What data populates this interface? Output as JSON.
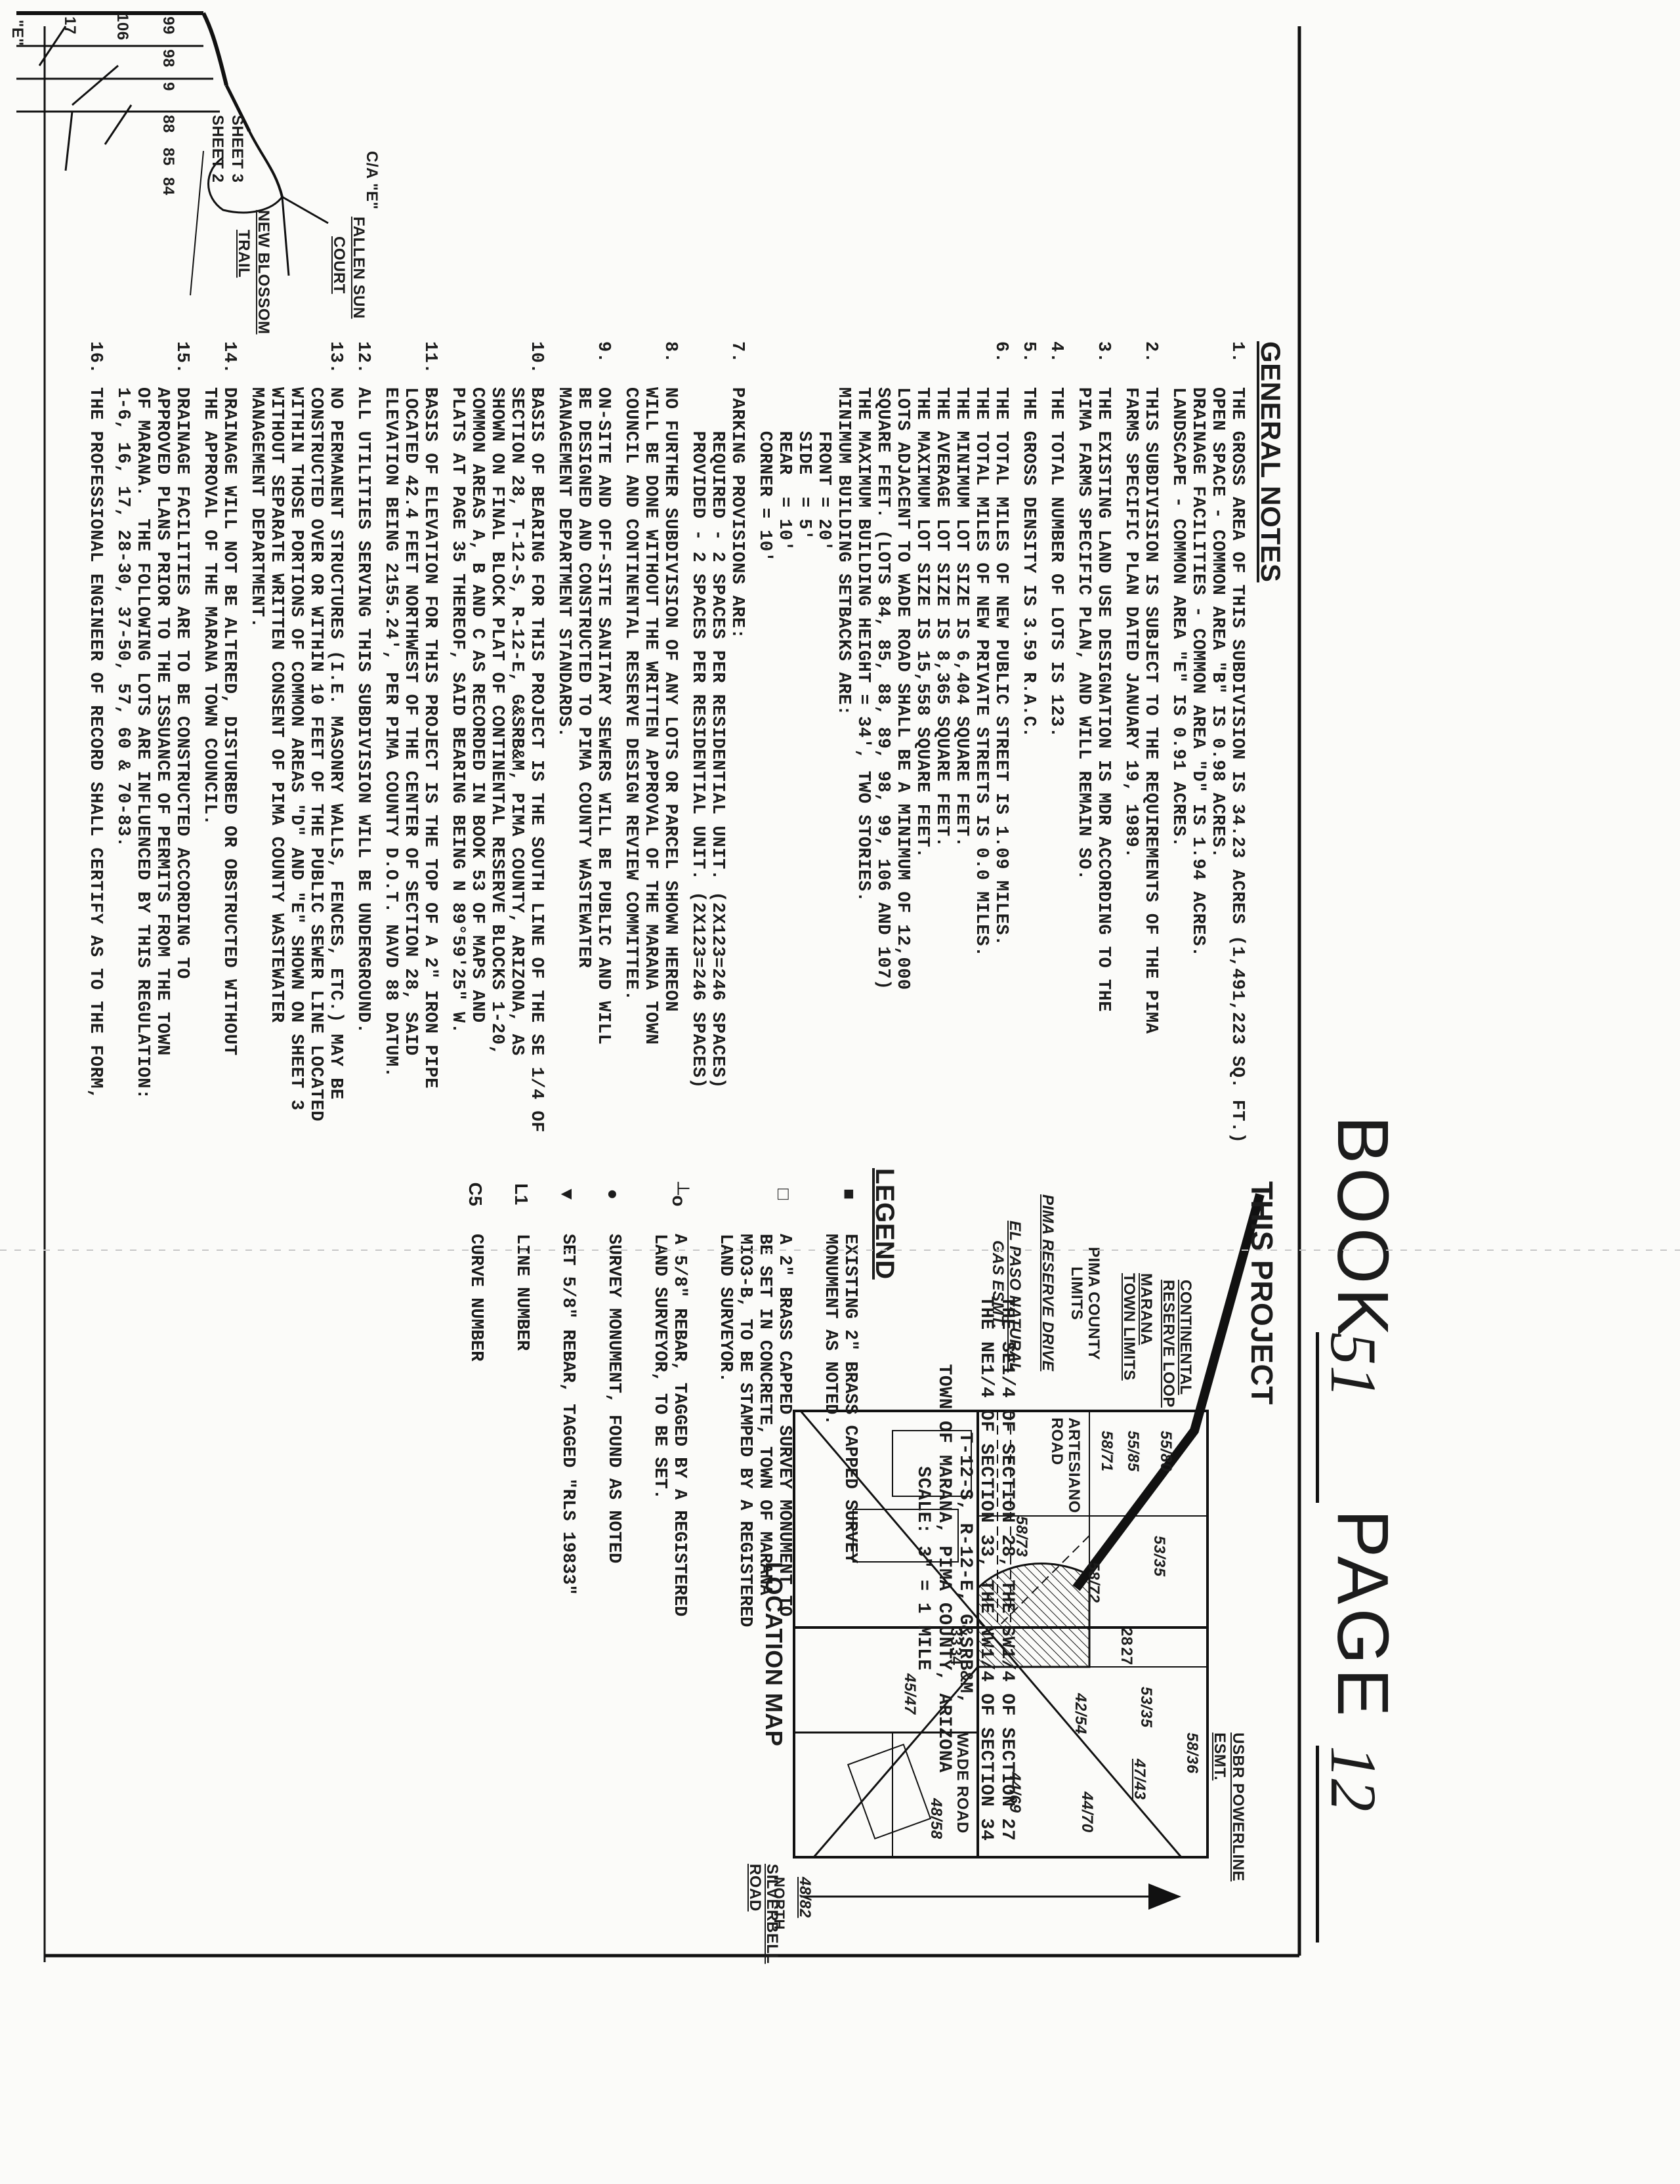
{
  "header": {
    "book_label": "BOOK",
    "book_number": "51",
    "page_label": "PAGE",
    "page_number": "12"
  },
  "general_notes": {
    "title": "GENERAL NOTES",
    "items": [
      {
        "num": "1.",
        "lines": [
          "THE GROSS AREA OF THIS SUBDIVISION IS 34.23 ACRES (1,491,223 SQ. FT.)",
          "OPEN SPACE - COMMON AREA \"B\" IS 0.98 ACRES.",
          "DRAINAGE FACILITIES - COMMON AREA \"D\" IS 1.94 ACRES.",
          "LANDSCAPE - COMMON AREA \"E\" IS 0.91 ACRES."
        ]
      },
      {
        "num": "2.",
        "lines": [
          "THIS SUBDIVISION IS SUBJECT TO THE REQUIREMENTS OF THE PIMA",
          "FARMS SPECIFIC PLAN DATED JANUARY 19, 1989."
        ]
      },
      {
        "num": "3.",
        "lines": [
          "THE EXISTING LAND USE DESIGNATION IS MDR ACCORDING TO THE",
          "PIMA FARMS SPECIFIC PLAN, AND WILL REMAIN SO."
        ]
      },
      {
        "num": "4.",
        "lines": [
          "THE TOTAL NUMBER OF LOTS IS 123."
        ]
      },
      {
        "num": "5.",
        "lines": [
          "THE GROSS DENSITY IS 3.59 R.A.C."
        ]
      },
      {
        "num": "6.",
        "lines": [
          "THE TOTAL MILES OF NEW PUBLIC STREET IS 1.09 MILES.",
          "THE TOTAL MILES OF NEW PRIVATE STREETS IS 0.0 MILES.",
          "THE MINIMUM LOT SIZE IS 6,404 SQUARE FEET.",
          "THE AVERAGE LOT SIZE IS 8,365 SQUARE FEET.",
          "THE MAXIMUM LOT SIZE IS 15,558 SQUARE FEET.",
          "LOTS ADJACENT TO WADE ROAD SHALL BE A MINIMUM OF 12,000",
          "SQUARE FEET. (LOTS 84, 85, 88, 89, 98, 99, 106 AND 107)",
          "THE MAXIMUM BUILDING HEIGHT = 34', TWO STORIES.",
          "MINIMUM BUILDING SETBACKS ARE:",
          "    FRONT = 20'",
          "    SIDE  = 5'",
          "    REAR  = 10'",
          "    CORNER = 10'"
        ]
      },
      {
        "num": "7.",
        "lines": [
          "PARKING PROVISIONS ARE:",
          "    REQUIRED - 2 SPACES PER RESIDENTIAL UNIT. (2X123=246 SPACES)",
          "    PROVIDED - 2 SPACES PER RESIDENTIAL UNIT. (2X123=246 SPACES)"
        ]
      },
      {
        "num": "8.",
        "lines": [
          "NO FURTHER SUBDIVISION OF ANY LOTS OR PARCEL SHOWN HEREON",
          "WILL BE DONE WITHOUT THE WRITTEN APPROVAL OF THE MARANA TOWN",
          "COUNCIL AND CONTINENTAL RESERVE DESIGN REVIEW COMMITTEE."
        ]
      },
      {
        "num": "9.",
        "lines": [
          "ON-SITE AND OFF-SITE SANITARY SEWERS WILL BE PUBLIC AND WILL",
          "BE DESIGNED AND CONSTRUCTED TO PIMA COUNTY WASTEWATER",
          "MANAGEMENT DEPARTMENT STANDARDS."
        ]
      },
      {
        "num": "10.",
        "lines": [
          "BASIS OF BEARING FOR THIS PROJECT IS THE SOUTH LINE OF THE SE 1/4 OF",
          "SECTION 28, T-12-S, R-12-E, G&SRB&M, PIMA COUNTY, ARIZONA, AS",
          "SHOWN ON FINAL BLOCK PLAT OF CONTINENTAL RESERVE BLOCKS 1-20,",
          "COMMON AREAS A, B AND C AS RECORDED IN BOOK 53 OF MAPS AND",
          "PLATS AT PAGE 35 THEREOF, SAID BEARING BEING N 89°59'25\" W."
        ]
      },
      {
        "num": "11.",
        "lines": [
          "BASIS OF ELEVATION FOR THIS PROJECT IS THE TOP OF A 2\" IRON PIPE",
          "LOCATED 42.4 FEET NORTHWEST OF THE CENTER OF SECTION 28, SAID",
          "ELEVATION BEING 2155.24', PER PIMA COUNTY D.O.T. NAVD 88 DATUM."
        ]
      },
      {
        "num": "12.",
        "lines": [
          "ALL UTILITIES SERVING THIS SUBDIVISION WILL BE UNDERGROUND."
        ]
      },
      {
        "num": "13.",
        "lines": [
          "NO PERMANENT STRUCTURES (I.E. MASONRY WALLS, FENCES, ETC.) MAY BE",
          "CONSTRUCTED OVER OR WITHIN 10 FEET OF THE PUBLIC SEWER LINE LOCATED",
          "WITHIN THOSE PORTIONS OF COMMON AREAS \"D\" AND \"E\" SHOWN ON SHEET 3",
          "WITHOUT SEPARATE WRITTEN CONSENT OF PIMA COUNTY WASTEWATER",
          "MANAGEMENT DEPARTMENT."
        ]
      },
      {
        "num": "14.",
        "lines": [
          "DRAINAGE WILL NOT BE ALTERED, DISTURBED OR OBSTRUCTED WITHOUT",
          "THE APPROVAL OF THE MARANA TOWN COUNCIL."
        ]
      },
      {
        "num": "15.",
        "lines": [
          "DRAINAGE FACILITIES ARE TO BE CONSTRUCTED ACCORDING TO",
          "APPROVED PLANS PRIOR TO THE ISSUANCE OF PERMITS FROM THE TOWN",
          "OF MARANA.  THE FOLLOWING LOTS ARE INFLUENCED BY THIS REGULATION:",
          "1-6, 16, 17, 28-30, 37-50, 57, 60 & 70-83."
        ]
      },
      {
        "num": "16.",
        "lines": [
          "THE PROFESSIONAL ENGINEER OF RECORD SHALL CERTIFY AS TO THE FORM,"
        ]
      }
    ]
  },
  "location_map": {
    "title": "LOCATION MAP",
    "this_project": "THIS PROJECT",
    "north": "NORTH",
    "description_lines": [
      "THE SE1/4 OF SECTION 28, THE SW1/4 OF SECTION 27",
      "THE NE1/4 OF SECTION 33, THE NW1/4 OF SECTION 34",
      "T-12-S, R-12-E, G&SRB&M,",
      "TOWN OF MARANA, PIMA COUNTY, ARIZONA",
      "SCALE: 3\" = 1 MILE"
    ],
    "labels": {
      "usbr": "USBR POWERLINE",
      "esmt": "ESMT.",
      "continental": "CONTINENTAL",
      "reserve_loop": "RESERVE LOOP",
      "marana": "MARANA",
      "town_limits": "TOWN LIMITS",
      "pima_county": "PIMA COUNTY",
      "limits": "LIMITS",
      "pima_reserve_drive": "PIMA RESERVE DRIVE",
      "el_paso": "EL PASO NATURAL",
      "gas_esmt": "GAS ESMT.",
      "artesiano": "ARTESIANO",
      "road": "ROAD",
      "wade_road": "WADE ROAD",
      "silverbell": "SILVERBELL",
      "silverbell_road": "ROAD",
      "p55_80": "55/80",
      "p55_85": "55/85",
      "p58_71": "58/71",
      "p58_72": "58/72",
      "p53_35a": "53/35",
      "p53_35b": "53/35",
      "p58_73": "58/73",
      "p58_36": "58/36",
      "p47_43": "47/43",
      "p44_70": "44/70",
      "p44_69": "44/69",
      "p42_54": "42/54",
      "p45_47": "45/47",
      "p48_58": "48/58",
      "p48_82": "48/82",
      "s28": "28",
      "s27": "27",
      "s33": "33",
      "s34": "34"
    }
  },
  "legend": {
    "title": "LEGEND",
    "items": [
      {
        "symbol": "■",
        "icon": "filled-square-icon",
        "lines": [
          "EXISTING 2\" BRASS CAPPED SURVEY",
          "MONUMENT AS NOTED."
        ]
      },
      {
        "symbol": "□",
        "icon": "hollow-square-icon",
        "lines": [
          "A 2\" BRASS CAPPED SURVEY MONUMENT TO",
          "BE SET IN CONCRETE, TOWN OF MARANA",
          "MIO3-B, TO BE STAMPED BY A REGISTERED",
          "LAND SURVEYOR."
        ]
      },
      {
        "symbol": "┴o",
        "icon": "rebar-tag-icon",
        "lines": [
          "A 5/8\" REBAR, TAGGED BY A REGISTERED",
          "LAND SURVEYOR, TO BE SET."
        ]
      },
      {
        "symbol": "●",
        "icon": "filled-circle-icon",
        "lines": [
          "SURVEY MONUMENT, FOUND AS NOTED"
        ]
      },
      {
        "symbol": "▼",
        "icon": "triangle-icon",
        "lines": [
          "SET 5/8\" REBAR, TAGGED \"RLS 19833\""
        ]
      },
      {
        "symbol": "L1",
        "icon": "line-number-icon",
        "lines": [
          "LINE NUMBER"
        ]
      },
      {
        "symbol": "C5",
        "icon": "curve-number-icon",
        "lines": [
          "CURVE NUMBER"
        ]
      }
    ]
  },
  "plat_fragment": {
    "labels": [
      "\"E\"",
      "17",
      "106",
      "99",
      "98",
      "9",
      "88",
      "85",
      "84",
      "SHEET 3",
      "SHEET 2",
      "NEW BLOSSOM",
      "TRAIL",
      "FALLEN SUN",
      "COURT",
      "C/A \"E\""
    ]
  }
}
